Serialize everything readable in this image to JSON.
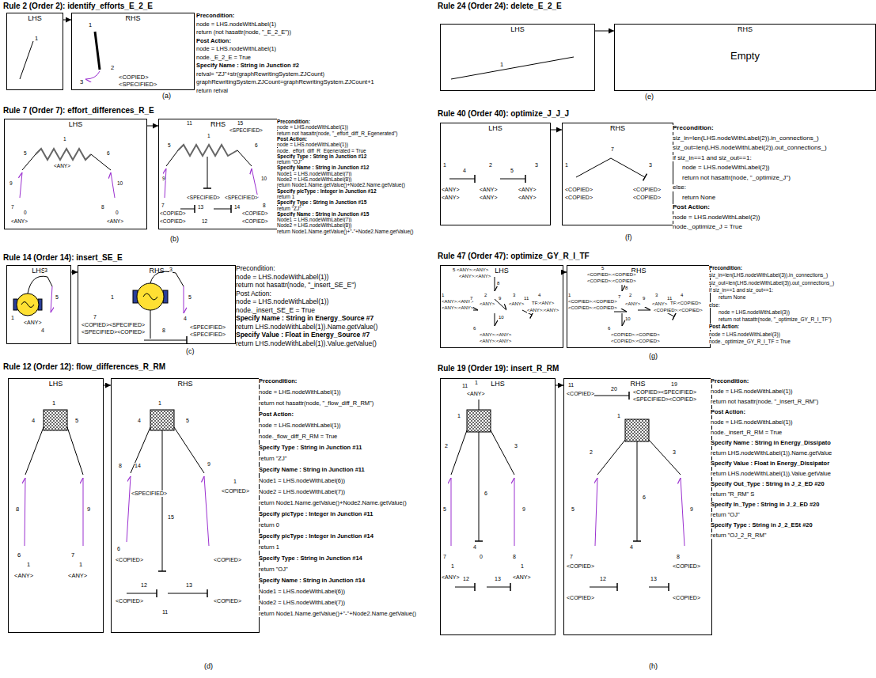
{
  "diagram": {
    "nodes": [
      {
        "text": [
          "LHS"
        ]
      },
      {
        "text": [
          "RHS"
        ]
      },
      {
        "text": [
          "LHS"
        ]
      },
      {
        "text": [
          "RHS",
          "Empty"
        ]
      },
      {
        "text": [
          "LHS"
        ]
      },
      {
        "text": [
          "RHS"
        ]
      },
      {
        "text": [
          "LHS"
        ]
      },
      {
        "text": [
          "RHS"
        ]
      },
      {
        "text": [
          "LHS"
        ]
      },
      {
        "text": [
          "RHS"
        ]
      },
      {
        "text": [
          "LHS"
        ]
      },
      {
        "text": [
          "RHS"
        ]
      },
      {
        "text": [
          "LHS"
        ]
      },
      {
        "text": [
          "RHS"
        ]
      },
      {
        "text": [
          "LHS"
        ]
      },
      {
        "text": [
          "RHS"
        ]
      }
    ],
    "edges": [
      {
        "from": 0,
        "to": 1,
        "arrow": "to"
      },
      {
        "from": 2,
        "to": 3,
        "arrow": "to"
      },
      {
        "from": 4,
        "to": 5,
        "arrow": "to"
      },
      {
        "from": 6,
        "to": 7,
        "arrow": "to"
      },
      {
        "from": 8,
        "to": 9,
        "arrow": "to"
      },
      {
        "from": 10,
        "to": 11,
        "arrow": "to"
      },
      {
        "from": 12,
        "to": 13,
        "arrow": "to"
      },
      {
        "from": 14,
        "to": 15,
        "arrow": "to"
      }
    ],
    "labels": [
      "Rule 2 (Order 2): identify_efforts_E_2_E",
      "1",
      "1",
      "2",
      "3",
      "<COPIED>",
      "<SPECIFIED>",
      "Precondition:",
      "node = LHS.nodeWithLabel(1)",
      "return (not hasattr(node, \"_E_2_E\"))",
      "Post Action:",
      "node = LHS.nodeWithLabel(1)",
      "node._E_2_E = True",
      "Specify Name : String in Junction #2",
      "retval= \"ZJ\"+str(graphRewritingSystem.ZJCount)",
      "graphRewritingSystem.ZJCount=graphRewritingSystem.ZJCount+1",
      "return retval",
      "(a)",
      "Rule 24 (Order 24): delete_E_2_E",
      "1",
      "(e)",
      "Rule 7 (Order 7): effort_differences_R_E",
      "1",
      "<ANY>",
      "5",
      "6",
      "9",
      "10",
      "7",
      "0",
      "<ANY>",
      "8",
      "0",
      "<ANY>",
      "11",
      "15",
      "<SPECIFIED>",
      "5",
      "1",
      "6",
      "9",
      "10",
      "7",
      "<COPIED>",
      "<COPIED>",
      "<SPECIFIED>",
      "13",
      "<SPECIFIED>",
      "14",
      "8",
      "<COPIED>",
      "<COPIED>",
      "12",
      "Precondition:",
      "node = LHS.nodeWithLabel(1))",
      "return not hasattr(node, \"_effort_diff_R_Egenerated\")",
      "Post Action:",
      "node = LHS.nodeWithLabel(1))",
      "node._effort_diff_R_Egenerated = True",
      "Specify Type : String in Junction #12",
      "return \"OJ\"",
      "Specify Name : String in Junction #12",
      "Node1 = LHS.nodeWithLabel(7))",
      "Node2 = LHS.nodeWithLabel(8))",
      "return Node1.Name.getValue()+Node2.Name.getValue()",
      "Specify picType : Integer in Junction #12",
      "return 1",
      "Specify Type : String in Junction #15",
      "return \"ZJ\"",
      "Specify Name : String in Junction #15",
      "Node1 = LHS.nodeWithLabel(7))",
      "Node2 = LHS.nodeWithLabel(8))",
      "return Node1.Name.getValue()+\"-\"+Node2.Name.getValue()",
      "(b)",
      "Rule 40 (Order 40): optimize_J_J_J",
      "1",
      "4",
      "2",
      "5",
      "3",
      "<ANY>",
      "<ANY>",
      "<ANY>",
      "<ANY>",
      "<ANY>",
      "<ANY>",
      "1",
      "7",
      "3",
      "<COPIED>",
      "<COPIED>",
      "<COPIED>",
      "<COPIED>",
      "Precondition:",
      "siz_in=len(LHS.nodeWithLabel(2)).in_connections_)",
      "siz_out=len(LHS.nodeWithLabel(2)).out_connections_)",
      "if siz_in==1 and siz_out==1:",
      "node = LHS.nodeWithLabel(2))",
      "return not hasattr(node, \"_optimize_J\")",
      "else:",
      "return None",
      "Post Action:",
      "node = LHS.nodeWithLabel(2))",
      "node._optimize_J = True",
      "(f)",
      "Rule 14 (Order 14): insert_SE_E",
      "3",
      "5",
      "1",
      "<ANY>",
      "4",
      "3",
      "1",
      "5",
      "4",
      "7",
      "<COPIED><SPECIFIED>",
      "<SPECIFIED><COPIED>",
      "8",
      "<SPECIFIED>",
      "<SPECIFIED>",
      "Precondition:",
      "node = LHS.nodeWithLabel(1))",
      "return not hasattr(node, \"_insert_SE_E\")",
      "Post Action:",
      "node = LHS.nodeWithLabel(1))",
      "node._insert_SE_E = True",
      "Specify Name : String in Energy_Source #7",
      "return LHS.nodeWithLabel(1)).Name.getValue()",
      "Specify Value : Float in Energy_Source #7",
      "return LHS.nodeWithLabel(1)).Value.getValue()",
      "(c)",
      "Rule 47 (Order 47): optimize_GY_R_I_TF",
      "5 <ANY>:<ANY>",
      "<ANY>:<ANY>",
      "8",
      "1",
      "<ANY>:<ANY>",
      "<ANY>:<ANY>",
      "7",
      "2",
      "<ANY>",
      "9",
      "3",
      "<ANY>",
      "11",
      "4",
      "TF:<ANY>",
      "<ANY>:<ANY>",
      "10",
      "6",
      "<ANY>:<ANY>",
      "<ANY>:<ANY>",
      "5",
      "<COPIED>:<COPIED>",
      "<COPIED>:<COPIED>",
      "8",
      "1",
      "<COPIED>:<COPIED>",
      "<COPIED>:<COPIED>",
      "7",
      "2",
      "<ANY>",
      "9",
      "3",
      "<ANY>",
      "11",
      "4",
      "TF:<COPIED>",
      "<COPIED>:<COPIED>",
      "10",
      "6",
      "<COPIED>:<COPIED>",
      "<COPIED>:<COPIED>",
      "Precondition:",
      "siz_in=len(LHS.nodeWithLabel(3)).in_connections_)",
      "siz_out=len(LHS.nodeWithLabel(3)).out_connections_)",
      "if siz_in==1 and siz_out==1:",
      "return None",
      "else:",
      "node = LHS.nodeWithLabel(3))",
      "return not hasattr(node, \"_optimize_GY_R_I_TF\")",
      "Post Action:",
      "node = LHS.nodeWithLabel(3))",
      "node._optimize_GY_R_I_TF = True",
      "(g)",
      "Rule 12 (Order 12): flow_differences_R_RM",
      "1",
      "4",
      "5",
      "8",
      "9",
      "6",
      "1",
      "<ANY>",
      "7",
      "1",
      "<ANY>",
      "1",
      "4",
      "5",
      "8",
      "14",
      "9",
      "<SPECIFIED>",
      "1",
      "<COPIED>",
      "15",
      "6",
      "<COPIED>",
      "12",
      "13",
      "<COPIED>",
      "<COPIED>",
      "<COPIED>",
      "11",
      "Precondition:",
      "node = LHS.nodeWithLabel(1))",
      "return not hasattr(node, \"_flow_diff_R_RM\")",
      "Post Action:",
      "node = LHS.nodeWithLabel(1))",
      "node._flow_diff_R_RM = True",
      "Specify Type : String in Junction #11",
      "return \"ZJ\"",
      "Specify Name : String in Junction #11",
      "Node1 = LHS.nodeWithLabel(6))",
      "Node2 = LHS.nodeWithLabel(7))",
      "return Node1.Name.getValue()+Node2.Name.getValue()",
      "Specify picType : Integer in Junction #11",
      "return 0",
      "Specify picType : Integer in Junction #14",
      "return 1",
      "Specify Type : String in Junction #14",
      "return \"OJ\"",
      "Specify Name : String in Junction #14",
      "Node1 = LHS.nodeWithLabel(6))",
      "Node2 = LHS.nodeWithLabel(7))",
      "return Node1.Name.getValue()+\"-\"+Node2.Name.getValue()",
      "(d)",
      "Rule 19 (Order 19): insert_R_RM",
      "11",
      "1",
      "<ANY>",
      "1",
      "2",
      "3",
      "5",
      "9",
      "6",
      "7",
      "1",
      "4",
      "0",
      "8",
      "1",
      "<ANY>",
      "12",
      "13",
      "<ANY>",
      "11",
      "<COPIED>",
      "20",
      "19",
      "<COPIED><SPECIFIED>",
      "<SPECIFIED><COPIED>",
      "1",
      "2",
      "3",
      "5",
      "6",
      "9",
      "7",
      "4",
      "8",
      "<COPIED>",
      "<COPIED>",
      "12",
      "13",
      "<COPIED>",
      "<COPIED>",
      "Precondition:",
      "node = LHS.nodeWithLabel(1))",
      "return not hasattr(node, \"_insert_R_RM\")",
      "Post Action:",
      "node = LHS.nodeWithLabel(1))",
      "node._insert_R_RM = True",
      "Specify Name : String in Energy_Dissipato",
      "return LHS.nodeWithLabel(1)).Name.getValue",
      "Specify Value : Float in Energy_Dissipator",
      "return LHS.nodeWithLabel(1)).Value.getValue",
      "Specify Out_Type : String in J_2_ED #20",
      "return \"R_RM\" S",
      "Specify In_Type : String in J_2_ED #20",
      "return \"OJ\"",
      "Specify Type : String in J_2_ESt #20",
      "return \"OJ_2_R_RM\"",
      "(h)"
    ]
  }
}
